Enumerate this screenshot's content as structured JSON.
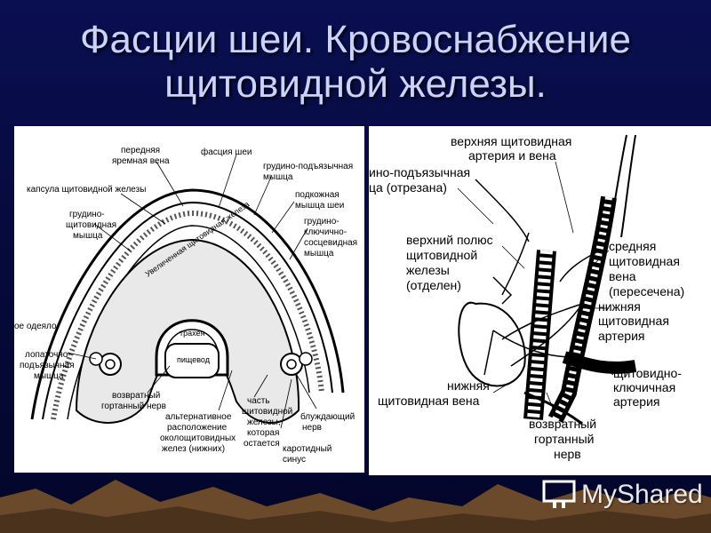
{
  "slide": {
    "title_line1": "Фасции шеи. Кровоснабжение",
    "title_line2": "щитовидной железы."
  },
  "left_figure": {
    "labels": {
      "front_jugular_vein_1": "передняя",
      "front_jugular_vein_2": "яремная вена",
      "neck_fascia": "фасция шеи",
      "sternohyoid_1": "грудино-подъязычная",
      "sternohyoid_2": "мышца",
      "thyroid_capsule": "капсула щитовидной железы",
      "platysma_1": "подкожная",
      "platysma_2": "мышца шеи",
      "sternothyroid_1": "грудино-",
      "sternothyroid_2": "щитовидная",
      "sternothyroid_3": "мышца",
      "scm_1": "грудино-",
      "scm_2": "ключично-",
      "scm_3": "сосцевидная",
      "scm_4": "мышца",
      "gland_inner": "Увеличенная щитовидная железа",
      "trachea": "трахея",
      "esophagus": "пищевод",
      "blanket": "ое одеяло",
      "omohyoid_1": "лопаточно-",
      "omohyoid_2": "подъязычная",
      "omohyoid_3": "мышца",
      "recurrent_1": "возвратный",
      "recurrent_2": "гортанный нерв",
      "parathyroid_1": "альтернативное",
      "parathyroid_2": "расположение",
      "parathyroid_3": "околощитовидных",
      "parathyroid_4": "желез (нижних)",
      "remaining_1": "часть",
      "remaining_2": "щитовидной",
      "remaining_3": "железы,",
      "remaining_4": "которая",
      "remaining_5": "остается",
      "vagus_1": "блуждающий",
      "vagus_2": "нерв",
      "carotid_1": "каротидный",
      "carotid_2": "синус"
    }
  },
  "right_figure": {
    "labels": {
      "sup_artery_1": "верхняя щитовидная",
      "sup_artery_2": "артерия и вена",
      "sternohyoid_cut_1": "ино-подъязычная",
      "sternohyoid_cut_2": "ца (отрезана)",
      "upper_pole_1": "верхний полюс",
      "upper_pole_2": "щитовидной",
      "upper_pole_3": "железы",
      "upper_pole_4": "(отделен)",
      "middle_vein_1": "средняя",
      "middle_vein_2": "щитовидная",
      "middle_vein_3": "вена",
      "middle_vein_4": "(пересечена)",
      "inf_artery_1": "нижняя",
      "inf_artery_2": "щитовидная",
      "inf_artery_3": "артерия",
      "thyrocervical_1": "щитовидно-",
      "thyrocervical_2": "ключичная",
      "thyrocervical_3": "артерия",
      "inf_vein_1": "нижняя",
      "inf_vein_2": "щитовидная вена",
      "recurrent_1": "возвратный",
      "recurrent_2": "гортанный",
      "recurrent_3": "нерв"
    }
  },
  "watermark": {
    "text": "MyShared",
    "icon": "projector-screen-icon"
  },
  "colors": {
    "background": "#060a3c",
    "title": "#c9d3ff",
    "mountain": "#6b4a2c"
  }
}
